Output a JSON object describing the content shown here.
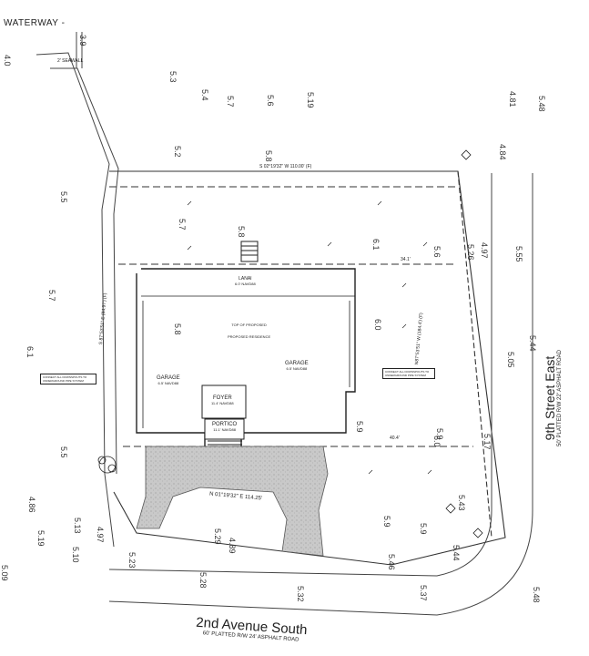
{
  "labels": {
    "waterway": "WATERWAY -",
    "seawall": "2' SEAWALL",
    "north_boundary": "S 02°19'32\" W 110.00' (F)",
    "lanai": "LANAI",
    "lanai_elev": "6.0' NAVD88",
    "garage_left": "GARAGE",
    "garage_left_elev": "6.5' NAVD88",
    "garage_right": "GARAGE",
    "garage_right_elev": "6.5' NAVD88",
    "foyer": "FOYER",
    "foyer_elev": "11.4' NAVD88",
    "portico": "PORTICO",
    "portico_elev": "11.1' NAVD88",
    "residence_title": "TOP OF PROPOSED",
    "residence_sub": "PROPOSED RESIDENCE",
    "east_boundary": "N87°53'51\" W (184.4') (F)",
    "west_boundary": "S 87°53'51\" E (84.97') (F)",
    "south_boundary": "N 01°19'32\" E 114.25'",
    "street_east_name": "9th Street East",
    "street_east_sub": "50' PLATTED R/W   22' ASPHALT ROAD",
    "street_south_name": "2nd Avenue South",
    "street_south_sub": "60' PLATTED R/W   24' ASPHALT ROAD",
    "note_left": "CONNECT ALL DOWNSPOUTS TO UNDERGROUND PIPE SYSTEM",
    "note_right": "CONNECT ALL DOWNSPOUTS TO UNDERGROUND PIPE SYSTEM",
    "dim_34": "34.1'",
    "dim_40": "40.4'",
    "dim_6": "6.0"
  },
  "spot_elevations": [
    {
      "text": "5.3"
    },
    {
      "text": "5.4"
    },
    {
      "text": "5.7"
    },
    {
      "text": "5.6"
    },
    {
      "text": "5.19"
    },
    {
      "text": "4.81"
    },
    {
      "text": "5.48"
    },
    {
      "text": "5.2"
    },
    {
      "text": "5.8"
    },
    {
      "text": "4.84"
    },
    {
      "text": "5.5"
    },
    {
      "text": "5.7"
    },
    {
      "text": "5.8"
    },
    {
      "text": "6.1"
    },
    {
      "text": "5.6"
    },
    {
      "text": "5.26"
    },
    {
      "text": "4.97"
    },
    {
      "text": "5.55"
    },
    {
      "text": "5.7"
    },
    {
      "text": "5.8"
    },
    {
      "text": "6.0"
    },
    {
      "text": "5.44"
    },
    {
      "text": "5.05"
    },
    {
      "text": "6.1"
    },
    {
      "text": "5.9"
    },
    {
      "text": "5.9"
    },
    {
      "text": "5.17"
    },
    {
      "text": "6.0"
    },
    {
      "text": "5.5"
    },
    {
      "text": "4.86"
    },
    {
      "text": "5.19"
    },
    {
      "text": "5.13"
    },
    {
      "text": "4.97"
    },
    {
      "text": "5.29"
    },
    {
      "text": "4.89"
    },
    {
      "text": "5.10"
    },
    {
      "text": "5.09"
    },
    {
      "text": "5.23"
    },
    {
      "text": "5.28"
    },
    {
      "text": "5.32"
    },
    {
      "text": "5.37"
    },
    {
      "text": "5.48"
    },
    {
      "text": "5.43"
    },
    {
      "text": "5.46"
    },
    {
      "text": "5.44"
    },
    {
      "text": "5.9"
    },
    {
      "text": "5.9"
    },
    {
      "text": "4.0"
    },
    {
      "text": "3.9"
    }
  ]
}
